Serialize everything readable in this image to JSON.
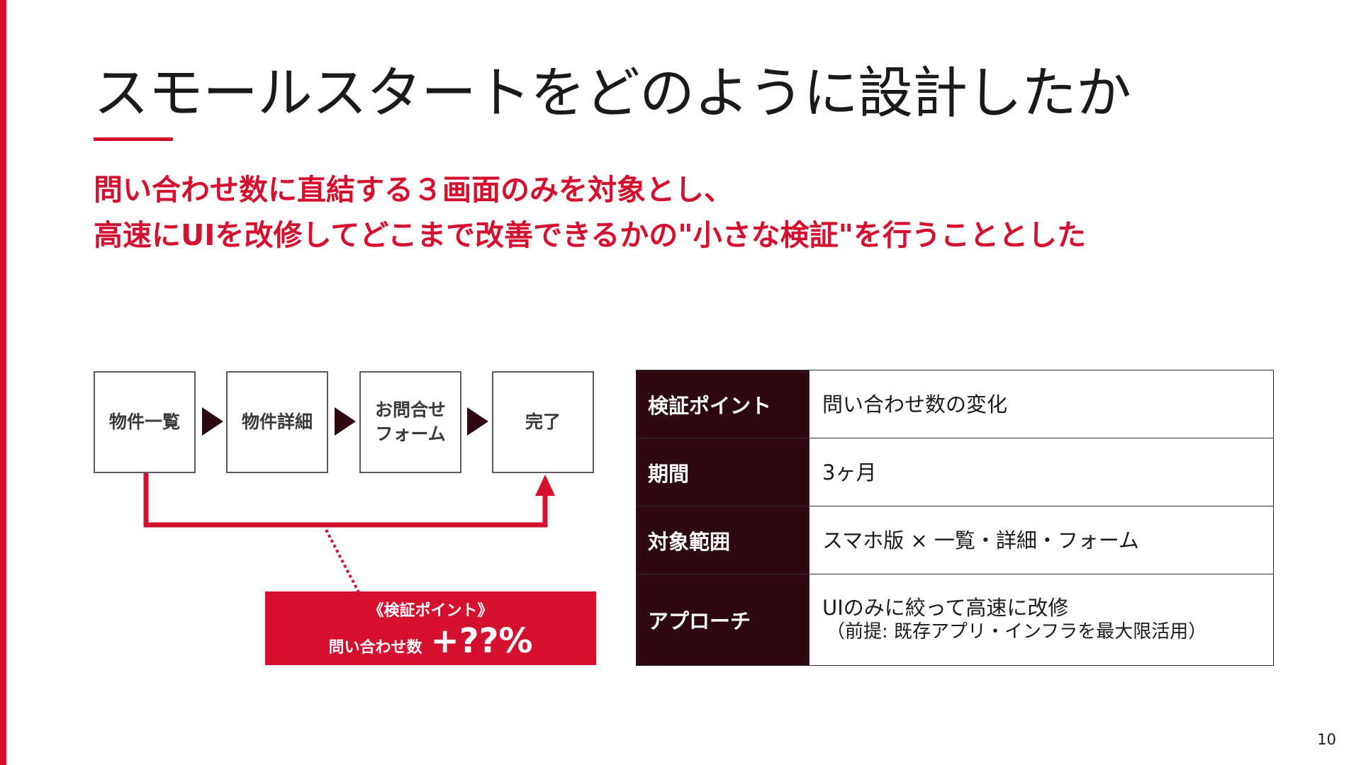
{
  "slide": {
    "title": "スモールスタートをどのように設計したか",
    "subtitle_lines": [
      "問い合わせ数に直結する３画面のみを対象とし、",
      "高速にUIを改修してどこまで改善できるかの\"小さな検証\"を行うこととした"
    ],
    "page_number": "10"
  },
  "flow": {
    "steps": [
      {
        "line1": "物件一覧",
        "line2": ""
      },
      {
        "line1": "物件詳細",
        "line2": ""
      },
      {
        "line1": "お問合せ",
        "line2": "フォーム"
      },
      {
        "line1": "完了",
        "line2": ""
      }
    ],
    "check_point": {
      "title": "《検証ポイント》",
      "label": "問い合わせ数",
      "value": "+??%"
    }
  },
  "table": {
    "rows": [
      {
        "header": "検証ポイント",
        "value": "問い合わせ数の変化",
        "sub": ""
      },
      {
        "header": "期間",
        "value": "3ヶ月",
        "sub": ""
      },
      {
        "header": "対象範囲",
        "value": "スマホ版 × 一覧・詳細・フォーム",
        "sub": ""
      },
      {
        "header": "アプローチ",
        "value": "UIのみに絞って高速に改修",
        "sub": "（前提: 既存アプリ・インフラを最大限活用）"
      }
    ]
  },
  "colors": {
    "accent": "#d50f2e",
    "dark": "#2e0a10",
    "border": "#5a5a5a"
  }
}
